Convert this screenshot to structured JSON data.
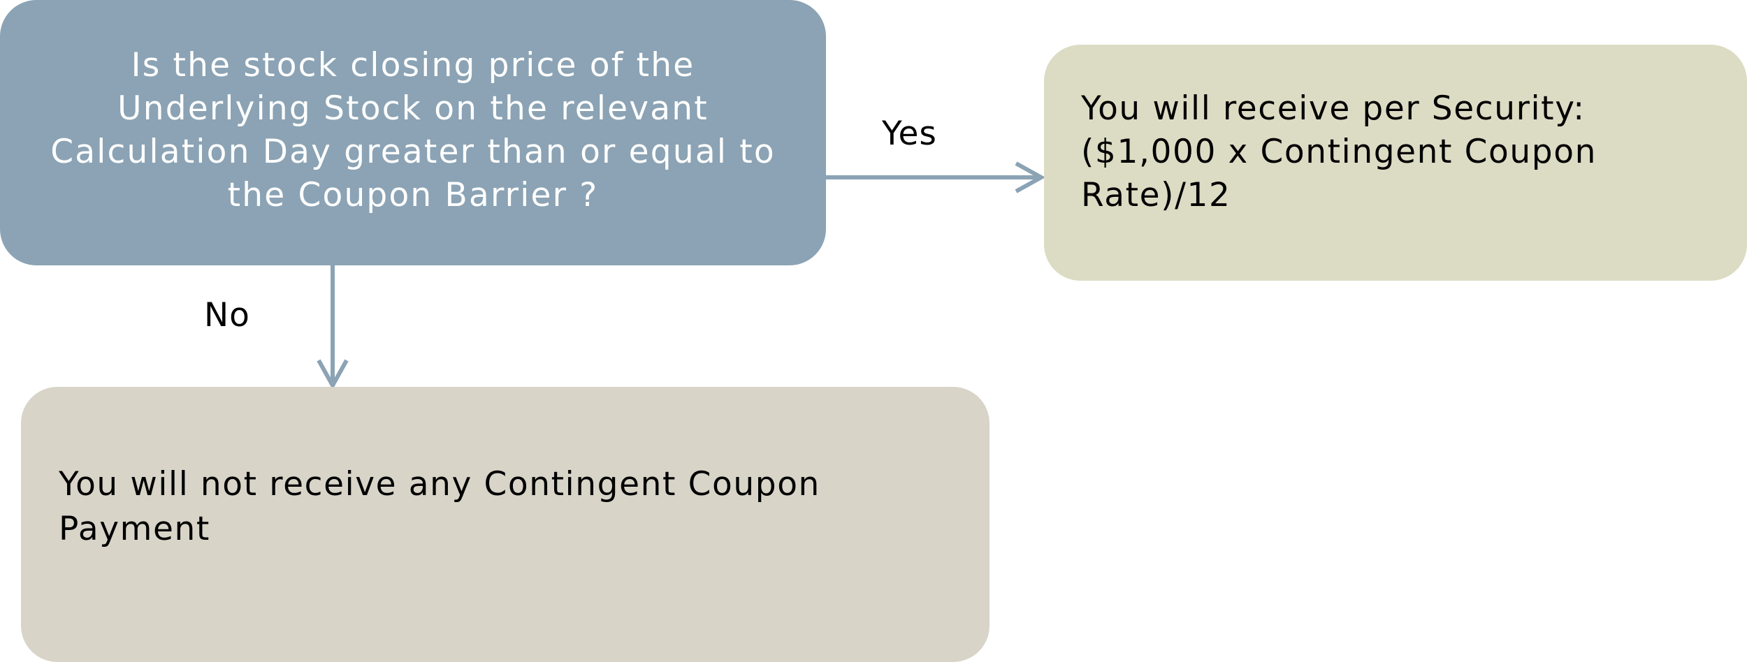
{
  "nodes": {
    "question": {
      "text": "Is the stock closing price of the Underlying Stock on the relevant Calculation Day greater than or equal to the Coupon Barrier ?"
    },
    "yes_outcome": {
      "text": "You will receive per Security: ($1,000 x Contingent Coupon Rate)/12"
    },
    "no_outcome": {
      "text": "You will not receive any Contingent Coupon Payment"
    }
  },
  "edges": {
    "yes_label": "Yes",
    "no_label": "No"
  },
  "colors": {
    "question_fill": "#8ba3b4",
    "yes_fill": "#dcdcc4",
    "no_fill": "#d8d4c8",
    "arrow": "#8ba3b4",
    "question_text": "#ffffff",
    "outcome_text": "#000000"
  }
}
